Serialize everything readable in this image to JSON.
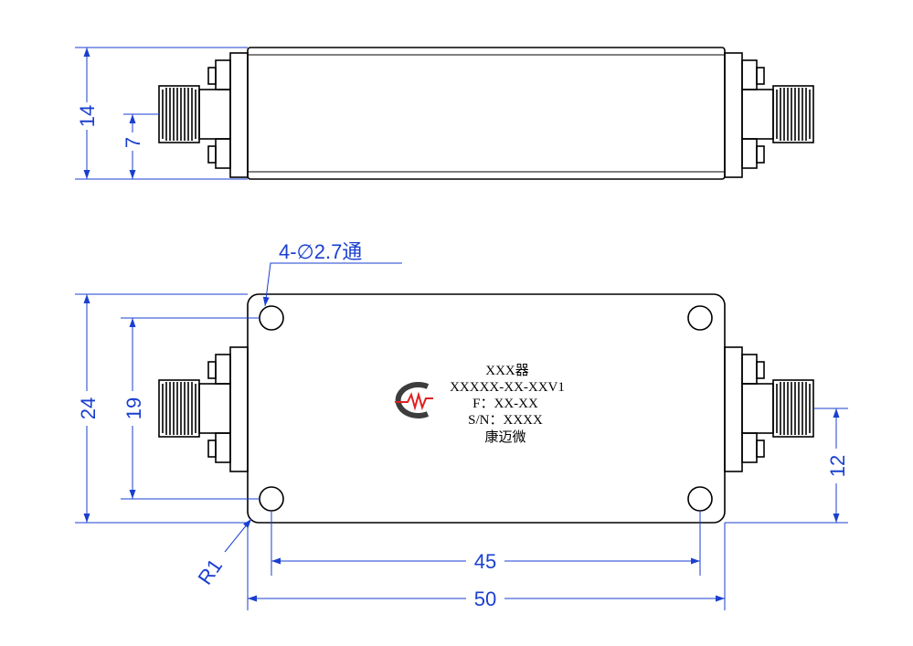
{
  "dimensions": {
    "side_height": "14",
    "side_center": "7",
    "holes": "4-∅2.7通",
    "body_height": "24",
    "hole_spacing_v": "19",
    "connector_offset": "12",
    "corner_radius": "R1",
    "hole_spacing_h": "45",
    "body_width": "50"
  },
  "label": {
    "line1": "XXX器",
    "line2": "XXXXX-XX-XXV1",
    "line3": "F：XX-XX",
    "line4": "S/N：XXXX",
    "line5": "康迈微"
  },
  "colors": {
    "outline": "#000000",
    "dimension": "#1a3fd0",
    "logo_red": "#e02020",
    "logo_gray": "#3d3d3d"
  }
}
